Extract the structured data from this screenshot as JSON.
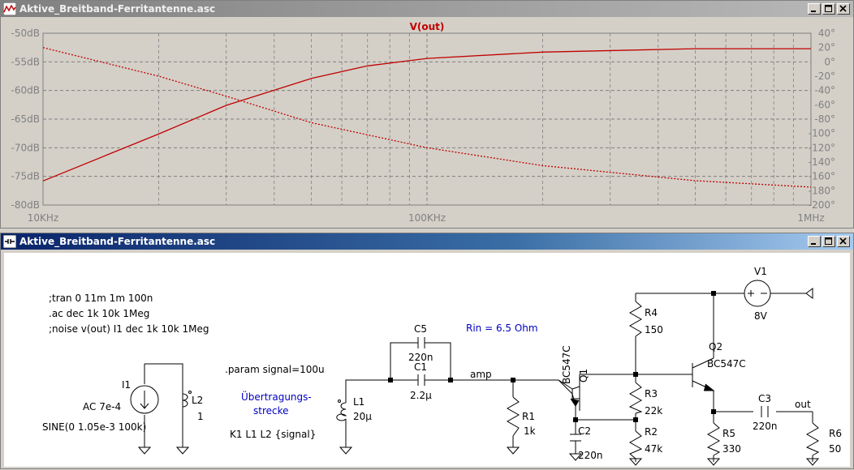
{
  "plot_window": {
    "title": "Aktive_Breitband-Ferritantenne.asc",
    "trace_label": "V(out)"
  },
  "schematic_window": {
    "title": "Aktive_Breitband-Ferritantenne.asc"
  },
  "chart_data": {
    "type": "line",
    "title": "V(out)",
    "x_scale": "log",
    "xlim": [
      10000,
      1000000
    ],
    "x_ticks": [
      "10KHz",
      "100KHz",
      "1MHz"
    ],
    "ylim_left": [
      -80,
      -50
    ],
    "y_ticks_left": [
      "-50dB",
      "-55dB",
      "-60dB",
      "-65dB",
      "-70dB",
      "-75dB",
      "-80dB"
    ],
    "ylim_right": [
      -200,
      40
    ],
    "y_ticks_right": [
      "40°",
      "20°",
      "0°",
      "-20°",
      "-40°",
      "-60°",
      "-80°",
      "-100°",
      "-120°",
      "-140°",
      "-160°",
      "-180°",
      "-200°"
    ],
    "grid": true,
    "colors": {
      "trace": "#c00000",
      "grid": "#808080",
      "background": "#d4d0c8"
    },
    "series": [
      {
        "name": "V(out)",
        "axis": "magnitude_dB",
        "x": [
          10000,
          15000,
          20000,
          30000,
          50000,
          70000,
          100000,
          200000,
          500000,
          1000000
        ],
        "values": [
          -75.8,
          -71.0,
          -67.6,
          -62.6,
          -57.9,
          -55.7,
          -54.4,
          -53.3,
          -52.7,
          -52.7
        ]
      },
      {
        "name": "V(out)",
        "axis": "phase_deg",
        "style": "dotted",
        "x": [
          10000,
          20000,
          30000,
          50000,
          100000,
          200000,
          500000,
          1000000
        ],
        "values": [
          20,
          -20,
          -48,
          -85,
          -120,
          -145,
          -166,
          -175
        ]
      }
    ]
  },
  "schematic": {
    "directives": [
      ";tran 0 11m 1m 100n",
      ".ac dec 1k 10k 1Meg",
      ";noise v(out) I1 dec 1k 10k 1Meg"
    ],
    "param": ".param signal=100u",
    "transfer_label": [
      "Übertragungs-",
      "strecke"
    ],
    "coupling": "K1 L1 L2 {signal}",
    "rin_note": "Rin = 6.5 Ohm",
    "net_amp": "amp",
    "net_out": "out",
    "components": {
      "I1": {
        "name": "I1",
        "value": "AC 7e-4",
        "value2": "SINE(0 1.05e-3 100k)"
      },
      "L2": {
        "name": "L2",
        "value": "1"
      },
      "L1": {
        "name": "L1",
        "value": "20µ"
      },
      "C5": {
        "name": "C5",
        "value": "220n"
      },
      "C1": {
        "name": "C1",
        "value": "2.2µ"
      },
      "R1": {
        "name": "R1",
        "value": "1k"
      },
      "Q1": {
        "name": "Q1",
        "value": "BC547C"
      },
      "C2": {
        "name": "C2",
        "value": "220n"
      },
      "R4": {
        "name": "R4",
        "value": "150"
      },
      "R3": {
        "name": "R3",
        "value": "22k"
      },
      "R2": {
        "name": "R2",
        "value": "47k"
      },
      "Q2": {
        "name": "Q2",
        "value": "BC547C"
      },
      "V1": {
        "name": "V1",
        "value": "8V"
      },
      "C3": {
        "name": "C3",
        "value": "220n"
      },
      "R5": {
        "name": "R5",
        "value": "330"
      },
      "R6": {
        "name": "R6",
        "value": "50"
      }
    }
  }
}
